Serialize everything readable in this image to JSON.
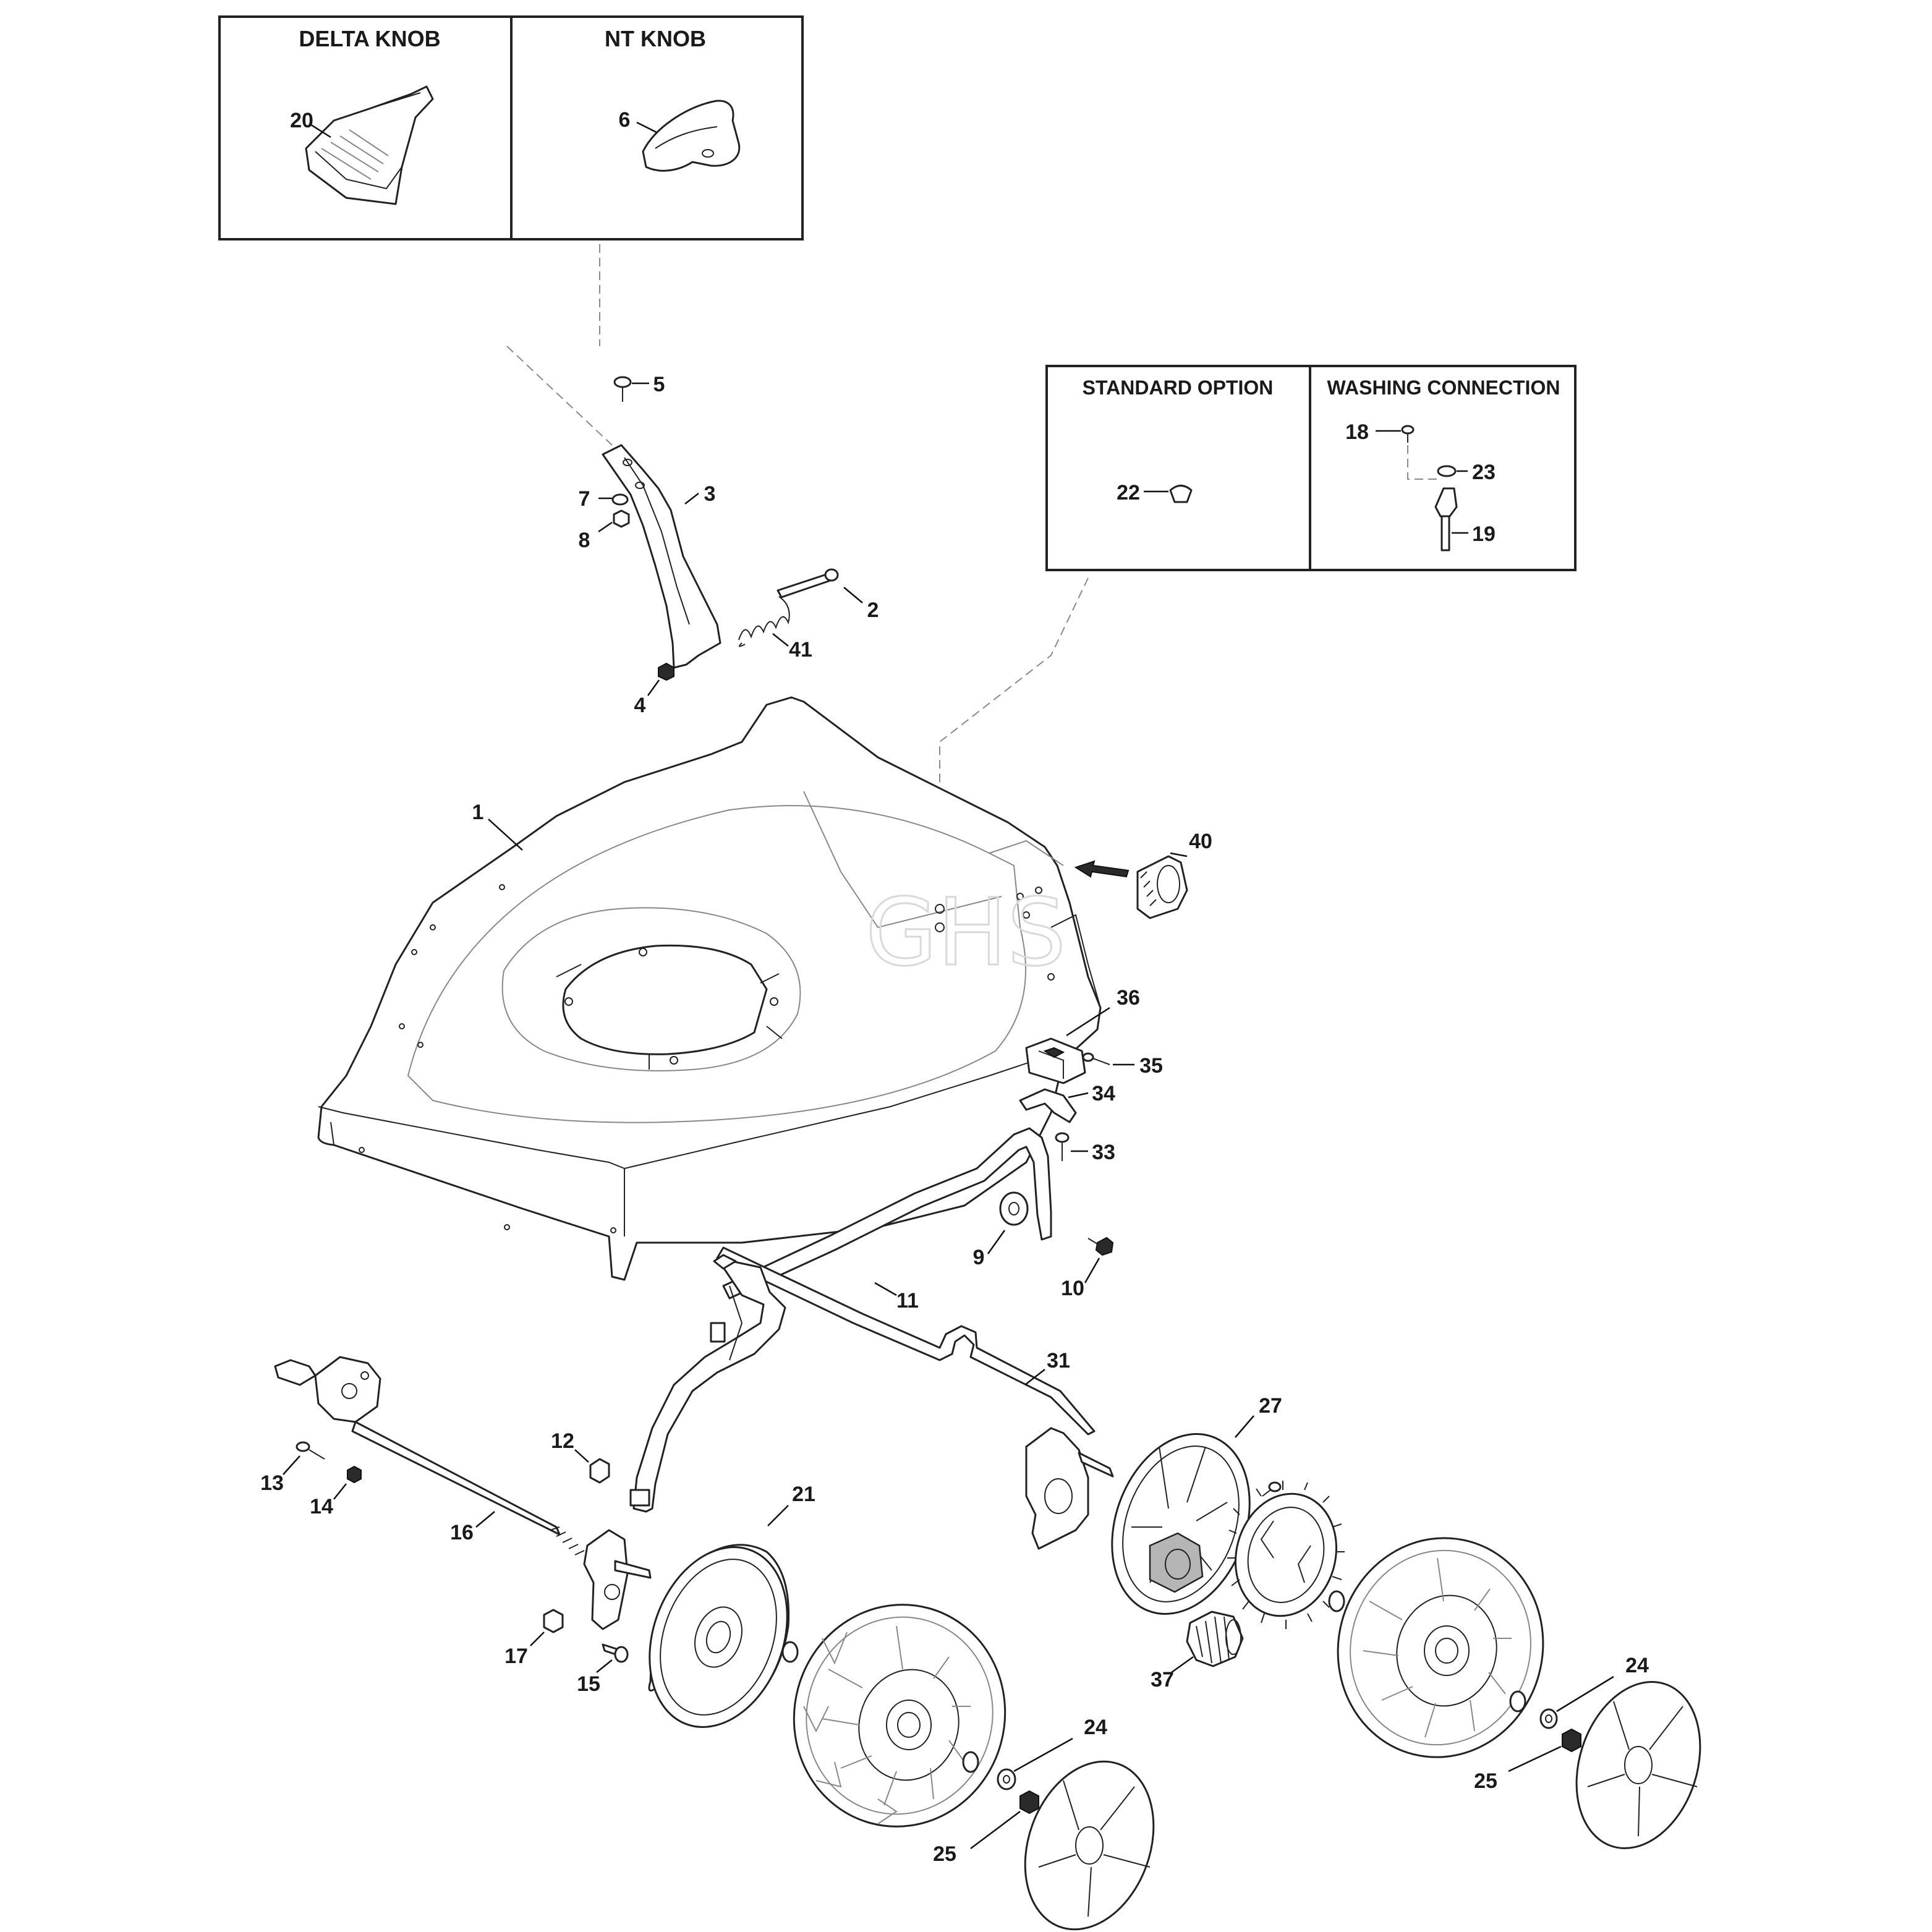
{
  "insets": {
    "delta_knob": "DELTA KNOB",
    "nt_knob": "NT KNOB",
    "standard_option": "STANDARD OPTION",
    "washing_connection": "WASHING CONNECTION"
  },
  "watermark": "GHS",
  "labels": {
    "p1": "1",
    "p2": "2",
    "p3": "3",
    "p4": "4",
    "p5": "5",
    "p6": "6",
    "p7": "7",
    "p8": "8",
    "p9": "9",
    "p10": "10",
    "p11": "11",
    "p12": "12",
    "p13": "13",
    "p14": "14",
    "p15": "15",
    "p16": "16",
    "p17": "17",
    "p18": "18",
    "p19": "19",
    "p20": "20",
    "p21": "21",
    "p22": "22",
    "p23": "23",
    "p24a": "24",
    "p24b": "24",
    "p25a": "25",
    "p25b": "25",
    "p27": "27",
    "p31": "31",
    "p33": "33",
    "p34": "34",
    "p35": "35",
    "p36": "36",
    "p37": "37",
    "p40": "40",
    "p41": "41"
  }
}
